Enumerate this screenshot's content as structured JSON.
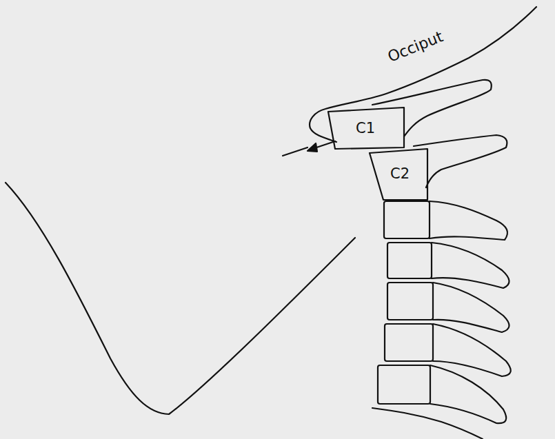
{
  "diagram": {
    "nodes": [
      {
        "text": [
          "C1"
        ]
      },
      {
        "text": [
          "C2"
        ]
      }
    ],
    "labels": [
      "Occiput"
    ]
  }
}
